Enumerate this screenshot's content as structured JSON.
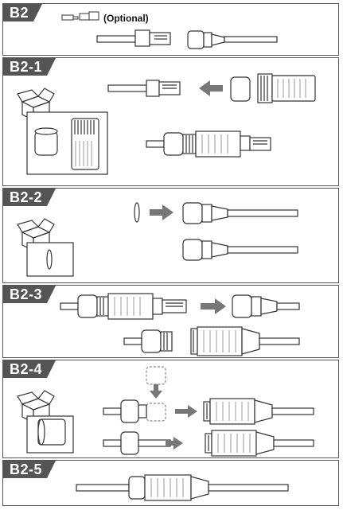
{
  "steps": [
    {
      "label": "B2"
    },
    {
      "label": "B2-1"
    },
    {
      "label": "B2-2"
    },
    {
      "label": "B2-3"
    },
    {
      "label": "B2-4"
    },
    {
      "label": "B2-5"
    }
  ],
  "step1": {
    "optional_text": "(Optional)"
  },
  "colors": {
    "border": "#555555",
    "label_bg": "#555555",
    "arrow": "#777777",
    "line": "#333333"
  }
}
